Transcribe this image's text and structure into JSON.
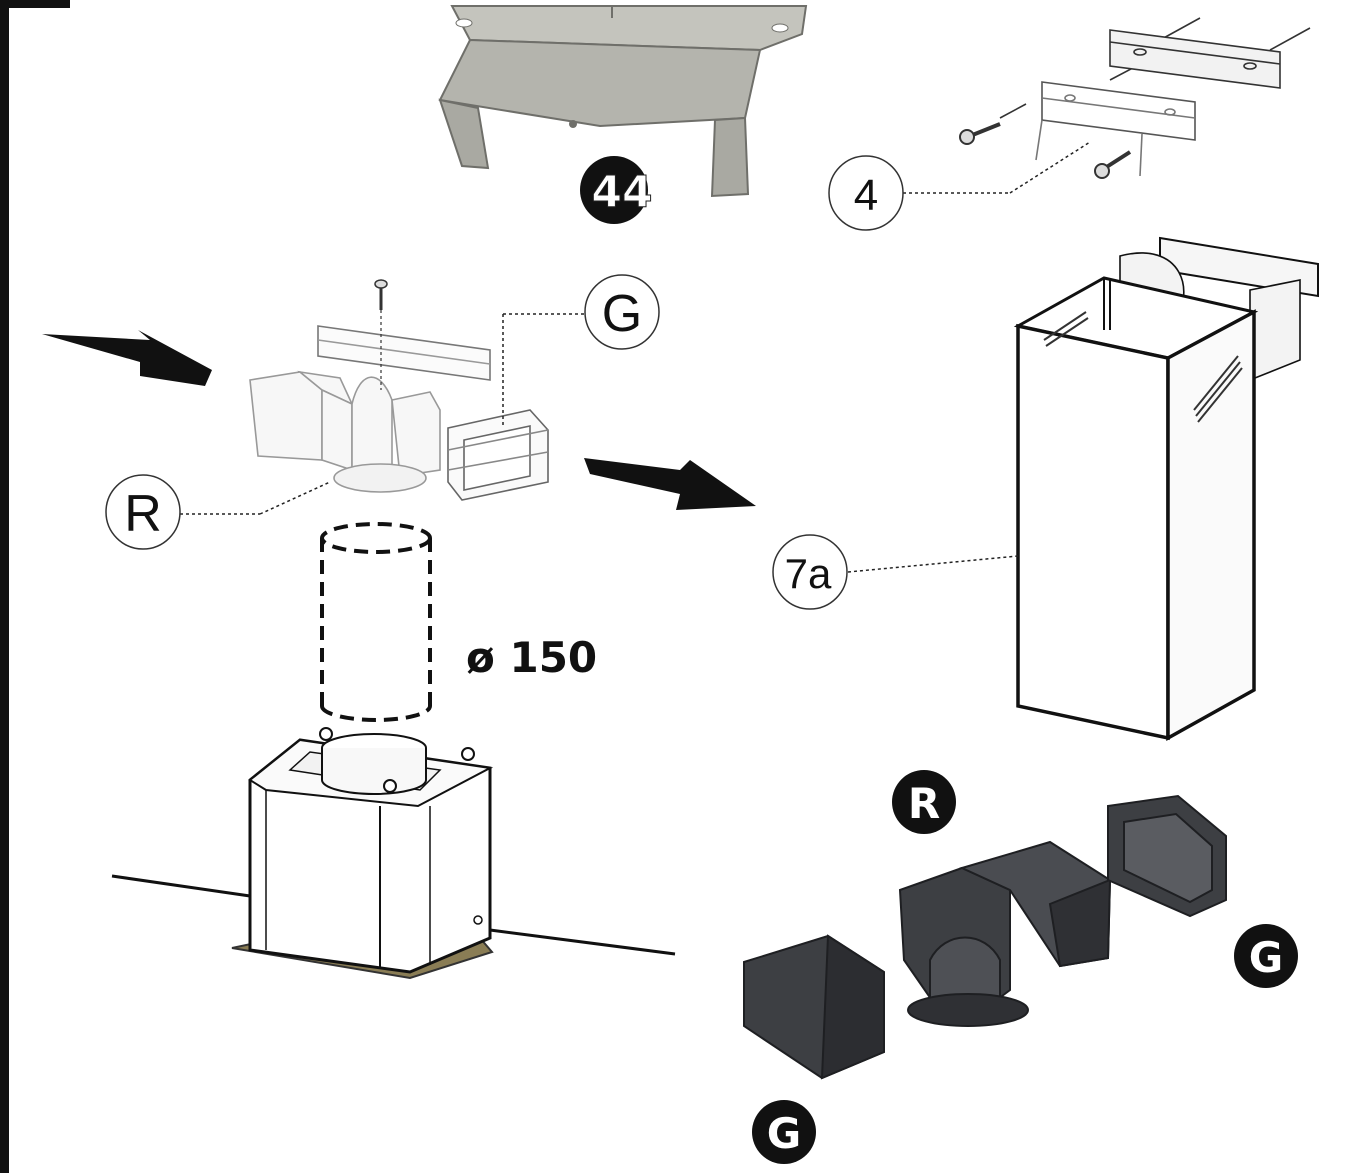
{
  "labels": {
    "part_44": "44",
    "part_4": "4",
    "part_g_outline": "G",
    "part_r_outline": "R",
    "part_7a": "7a",
    "diameter": "ø 150",
    "part_r_black": "R",
    "part_g_black_right": "G",
    "part_g_black_bottom": "G"
  },
  "colors": {
    "line": "#111111",
    "steel": "#b9b9b2",
    "steel_dark": "#8e8e88",
    "dark_part": "#3d3f43",
    "dark_part_edge": "#1e1f22",
    "light_part": "#f4f4f4",
    "badge": "#111111",
    "tape": "#8a7d55"
  }
}
